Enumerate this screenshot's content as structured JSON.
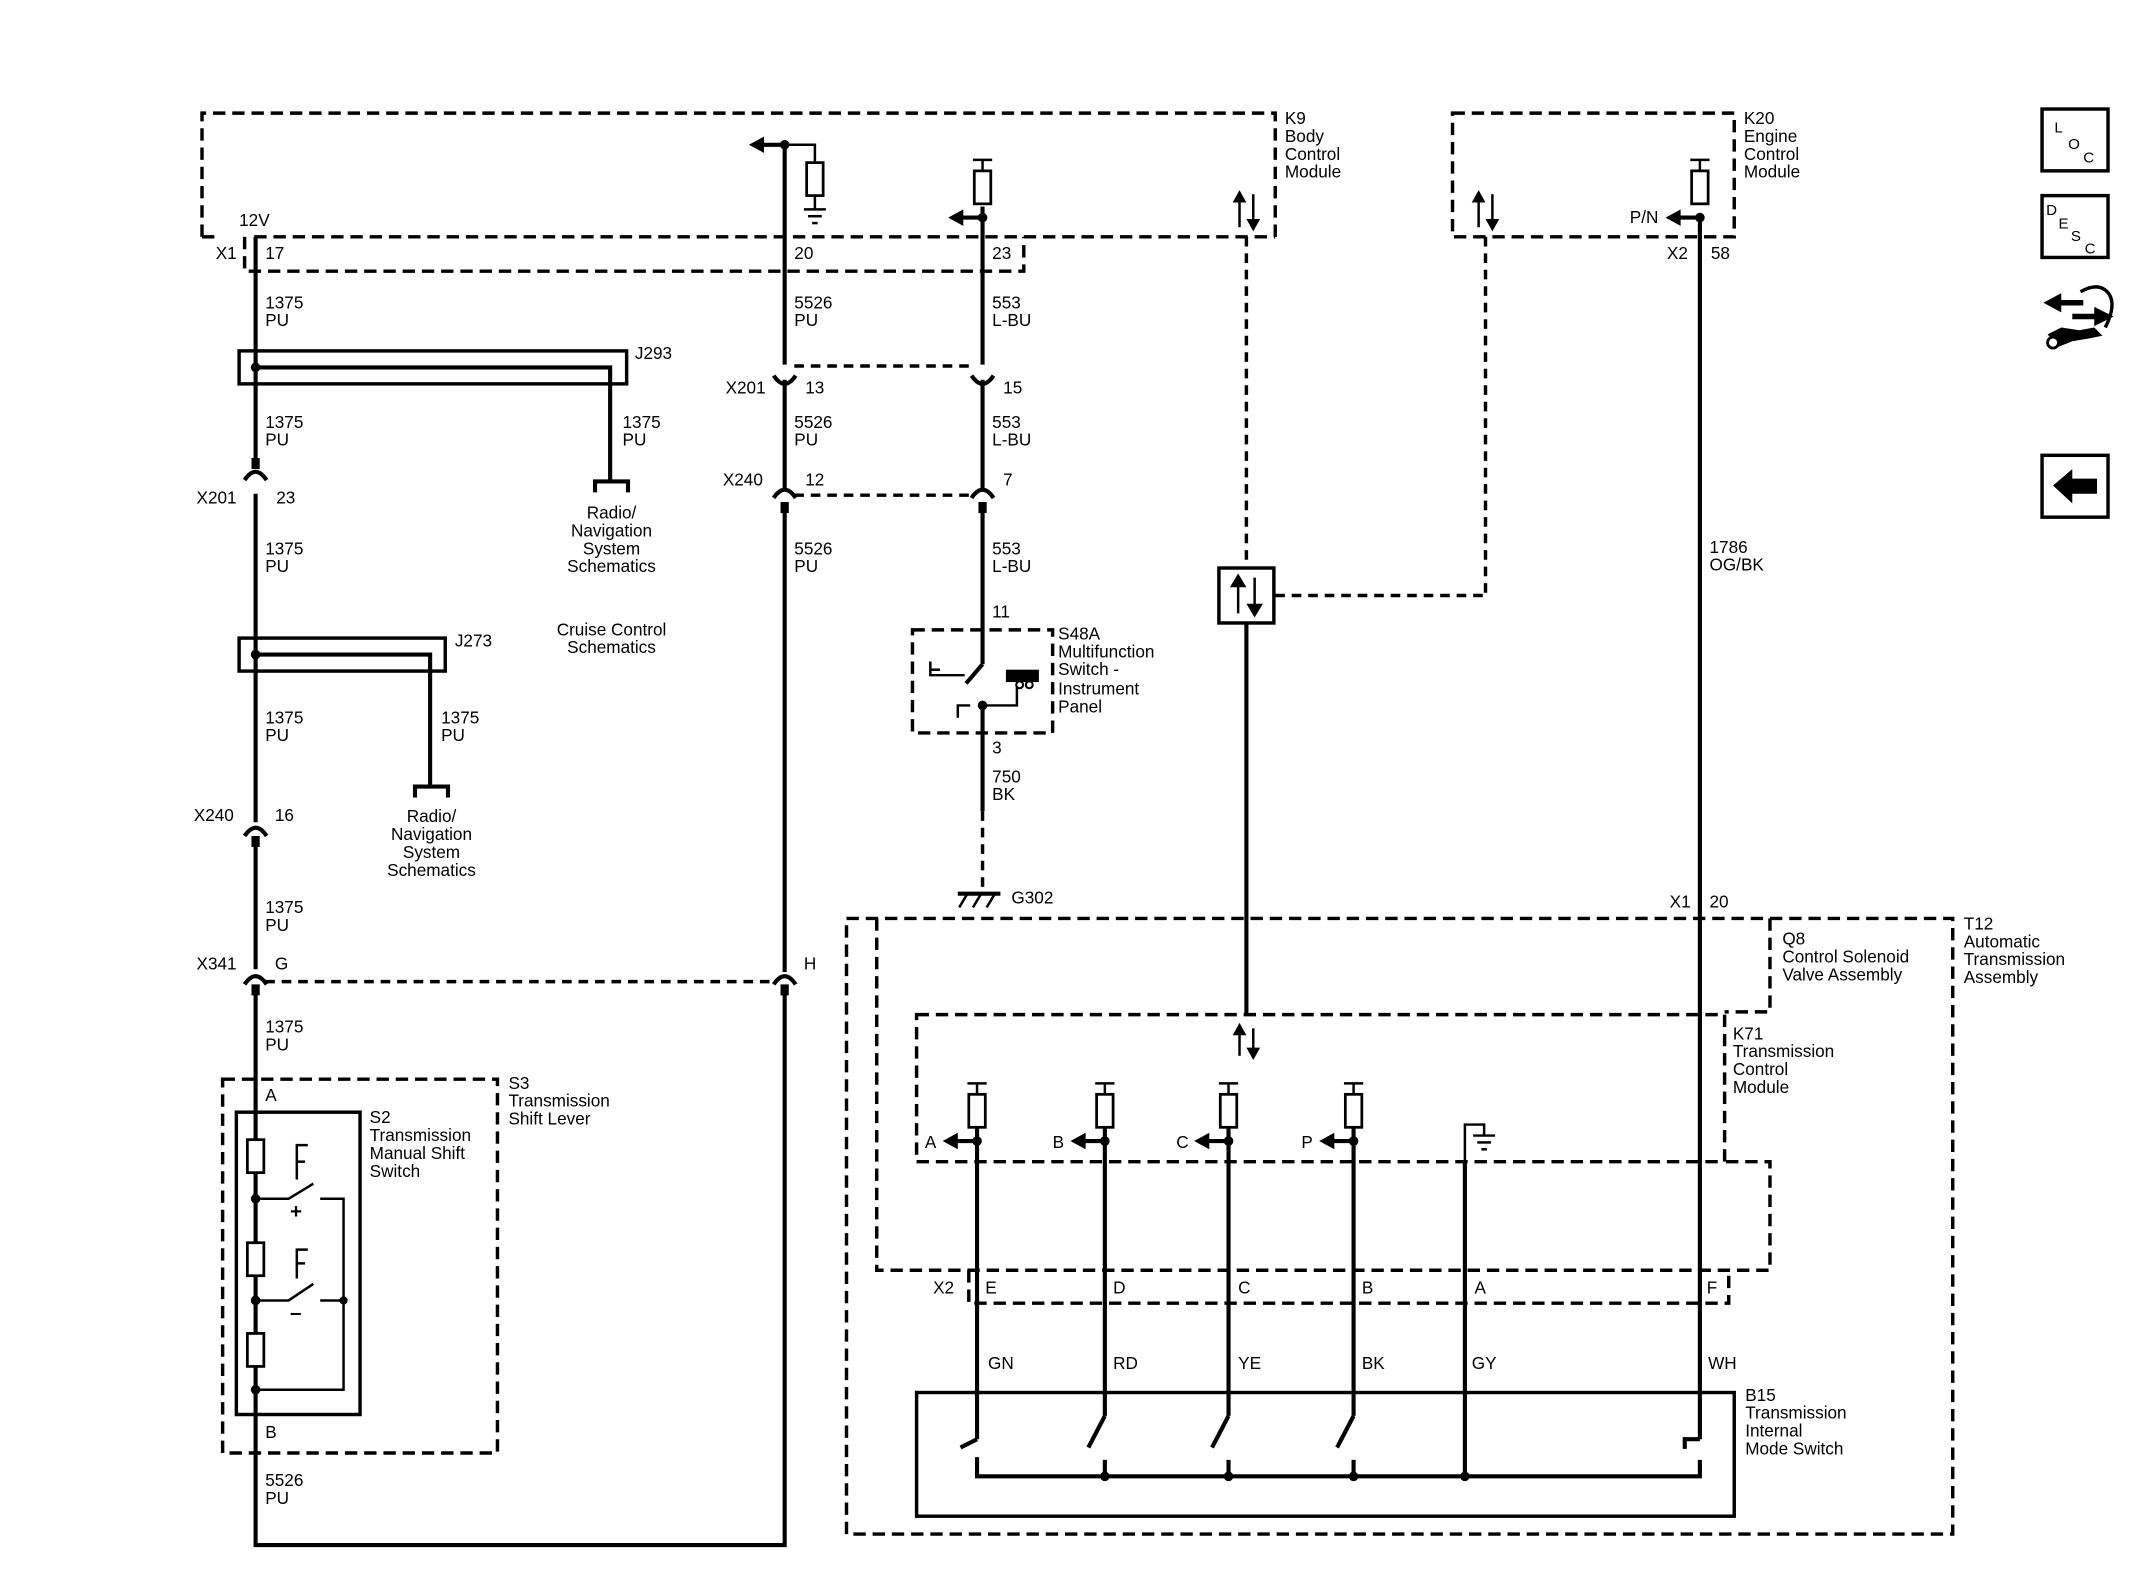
{
  "modules": {
    "k9": {
      "ref": "K9",
      "name": [
        "Body",
        "Control",
        "Module"
      ]
    },
    "k20": {
      "ref": "K20",
      "name": [
        "Engine",
        "Control",
        "Module"
      ]
    },
    "t12": {
      "ref": "T12",
      "name": [
        "Automatic",
        "Transmission",
        "Assembly"
      ]
    },
    "q8": {
      "ref": "Q8",
      "name": [
        "Control Solenoid",
        "Valve Assembly"
      ]
    },
    "k71": {
      "ref": "K71",
      "name": [
        "Transmission",
        "Control",
        "Module"
      ]
    },
    "b15": {
      "ref": "B15",
      "name": [
        "Transmission",
        "Internal",
        "Mode Switch"
      ]
    },
    "s3": {
      "ref": "S3",
      "name": [
        "Transmission",
        "Shift Lever"
      ]
    },
    "s2": {
      "ref": "S2",
      "name": [
        "Transmission",
        "Manual Shift",
        "Switch"
      ]
    },
    "s48a": {
      "ref": "S48A",
      "name": [
        "Multifunction",
        "Switch -",
        "Instrument",
        "Panel"
      ]
    }
  },
  "splices": {
    "j293": "J293",
    "j273": "J273"
  },
  "ground": "G302",
  "references": {
    "radio_nav_1": [
      "Radio/",
      "Navigation",
      "System",
      "Schematics"
    ],
    "radio_nav_2": [
      "Radio/",
      "Navigation",
      "System",
      "Schematics"
    ],
    "cruise": [
      "Cruise Control",
      "Schematics"
    ]
  },
  "connectors": {
    "x1": "X1",
    "x2": "X2",
    "x201": "X201",
    "x240": "X240",
    "x341": "X341"
  },
  "pins": {
    "k9_17": "17",
    "k9_20": "20",
    "k9_23": "23",
    "k20_58": "58",
    "x201_23": "23",
    "x201_13": "13",
    "x201_15": "15",
    "x240_16": "16",
    "x240_12": "12",
    "x240_7": "7",
    "x341_g": "G",
    "x341_h": "H",
    "s48a_11": "11",
    "s48a_3": "3",
    "t12_x1_20": "20",
    "s3_a": "A",
    "s3_b": "B",
    "x2_e": "E",
    "x2_d": "D",
    "x2_c": "C",
    "x2_b": "B",
    "x2_a": "A",
    "x2_f": "F"
  },
  "labels": {
    "voltage": "12V",
    "pn": "P/N",
    "sig_a": "A",
    "sig_b": "B",
    "sig_c": "C",
    "sig_p": "P",
    "plus": "+",
    "minus": "–"
  },
  "wires": {
    "w1375": [
      "1375",
      "PU"
    ],
    "w5526": [
      "5526",
      "PU"
    ],
    "w553": [
      "553",
      "L-BU"
    ],
    "w750": [
      "750",
      "BK"
    ],
    "w1786": [
      "1786",
      "OG/BK"
    ]
  },
  "wire_colors": {
    "gn": "GN",
    "rd": "RD",
    "ye": "YE",
    "bk": "BK",
    "gy": "GY",
    "wh": "WH"
  },
  "sidebar": {
    "loc": [
      "L",
      "O",
      "C"
    ],
    "desc": [
      "D",
      "E",
      "S",
      "C"
    ],
    "icons": [
      "location-button-icon",
      "description-button-icon",
      "connector-repair-icon",
      "back-arrow-icon"
    ]
  }
}
